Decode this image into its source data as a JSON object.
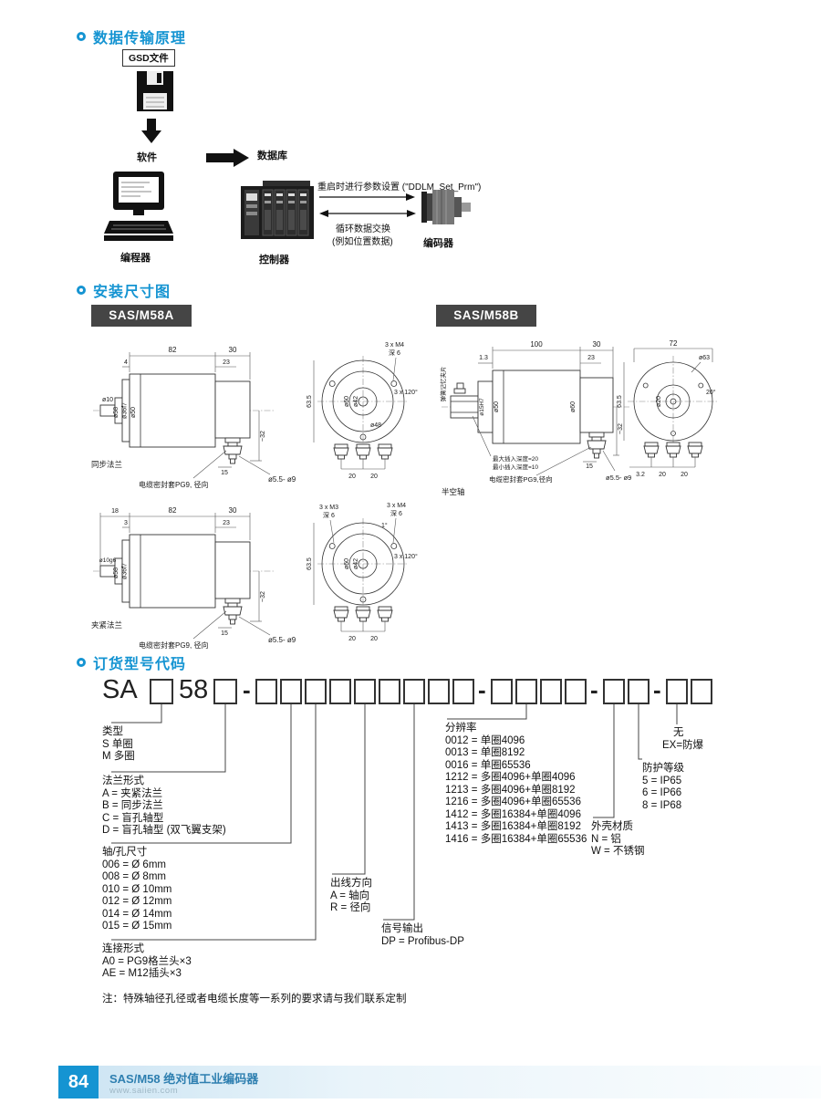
{
  "accent": "#1594d2",
  "s1": {
    "title": "数据传输原理",
    "gsd": "GSD文件",
    "software": "软件",
    "programmer": "编程器",
    "database": "数据库",
    "controller": "控制器",
    "encoder": "编码器",
    "param_note": "重启时进行参数设置 (\"DDLM_Set_Prm\")",
    "cyclic_note1": "循环数据交换",
    "cyclic_note2": "(例如位置数据)"
  },
  "s2": {
    "title": "安装尺寸图",
    "model_a": "SAS/M58A",
    "model_b": "SAS/M58B",
    "a1": {
      "d82": "82",
      "d30": "30",
      "d4": "4",
      "d23": "23",
      "o58": "ø58",
      "o50": "ø50",
      "o36": "ø36f7",
      "o10": "ø10",
      "r32": "~32",
      "d15": "15",
      "holes": "ø5.5- ø9",
      "flange": "同步法兰",
      "cable": "电缆密封套PG9, 径向"
    },
    "af1": {
      "m4": "3 x M4",
      "deep": "深 6",
      "ang": "3 x 120°",
      "h635": "63.5",
      "o60": "ø60",
      "o42": "ø42",
      "o48": "ø48",
      "d20a": "20",
      "d20b": "20"
    },
    "a2": {
      "d18": "18",
      "d82": "82",
      "d30": "30",
      "d3": "3",
      "d23": "23",
      "o58": "ø58",
      "o36": "ø36f7",
      "o10": "ø10g6",
      "r32": "~32",
      "d15": "15",
      "holes": "ø5.5- ø9",
      "flange": "夹紧法兰",
      "cable": "电缆密封套PG9, 径向"
    },
    "af2": {
      "m3": "3 x M3",
      "deep1": "深 6",
      "m4": "3 x M4",
      "deep2": "深 6",
      "a1": "1°",
      "ang": "3 x 120°",
      "h635": "63.5",
      "o60": "ø60",
      "o42": "ø42",
      "d20a": "20",
      "d20b": "20"
    },
    "b": {
      "d100": "100",
      "d13": "1.3",
      "d30": "30",
      "d23": "23",
      "o15": "ø15H7",
      "o50": "ø50",
      "o60": "ø60",
      "clip": "弹簧记忆夹片",
      "max": "最大插入深度=20",
      "min": "最小插入深度=10",
      "cable": "电缆密封套PG9,径向",
      "shaft": "半空轴",
      "r32": "~32",
      "d15": "15",
      "holes": "ø5.5- ø9"
    },
    "bf": {
      "d72": "72",
      "o63": "ø63",
      "h635": "63.5",
      "o20": "ø20",
      "ang": "20°",
      "d32": "3.2",
      "d20a": "20",
      "d20b": "20"
    }
  },
  "s3": {
    "title": "订货型号代码",
    "code_sa": "SA",
    "code_58": "58",
    "dash": "-",
    "type": {
      "title": "类型",
      "items": [
        "S 单圈",
        "M 多圈"
      ]
    },
    "flange": {
      "title": "法兰形式",
      "items": [
        "A = 夹紧法兰",
        "B = 同步法兰",
        "C = 盲孔轴型",
        "D = 盲孔轴型 (双飞翼支架)"
      ]
    },
    "shaft": {
      "title": "轴/孔尺寸",
      "items": [
        "006 = Ø 6mm",
        "008 = Ø 8mm",
        "010 = Ø 10mm",
        "012 = Ø 12mm",
        "014 = Ø 14mm",
        "015 = Ø 15mm"
      ]
    },
    "conn": {
      "title": "连接形式",
      "items": [
        "A0 = PG9格兰头×3",
        "AE = M12插头×3"
      ]
    },
    "outdir": {
      "title": "出线方向",
      "items": [
        "A = 轴向",
        "R = 径向"
      ]
    },
    "signal": {
      "title": "信号输出",
      "items": [
        "DP = Profibus-DP"
      ]
    },
    "resolution": {
      "title": "分辨率",
      "items": [
        "0012 = 单圈4096",
        "0013 = 单圈8192",
        "0016 = 单圈65536",
        "1212 = 多圈4096+单圈4096",
        "1213 = 多圈4096+单圈8192",
        "1216 = 多圈4096+单圈65536",
        "1412 = 多圈16384+单圈4096",
        "1413 = 多圈16384+单圈8192",
        "1416 = 多圈16384+单圈65536"
      ]
    },
    "ex": {
      "title": "无",
      "items": [
        "EX=防爆"
      ]
    },
    "protection": {
      "title": "防护等级",
      "items": [
        "5 = IP65",
        "6 = IP66",
        "8 = IP68"
      ]
    },
    "material": {
      "title": "外壳材质",
      "items": [
        "N = 铝",
        "W = 不锈钢"
      ]
    },
    "note": "注：特殊轴径孔径或者电缆长度等一系列的要求请与我们联系定制"
  },
  "footer": {
    "page": "84",
    "title": "SAS/M58 绝对值工业编码器",
    "url": "www.saiien.com"
  }
}
